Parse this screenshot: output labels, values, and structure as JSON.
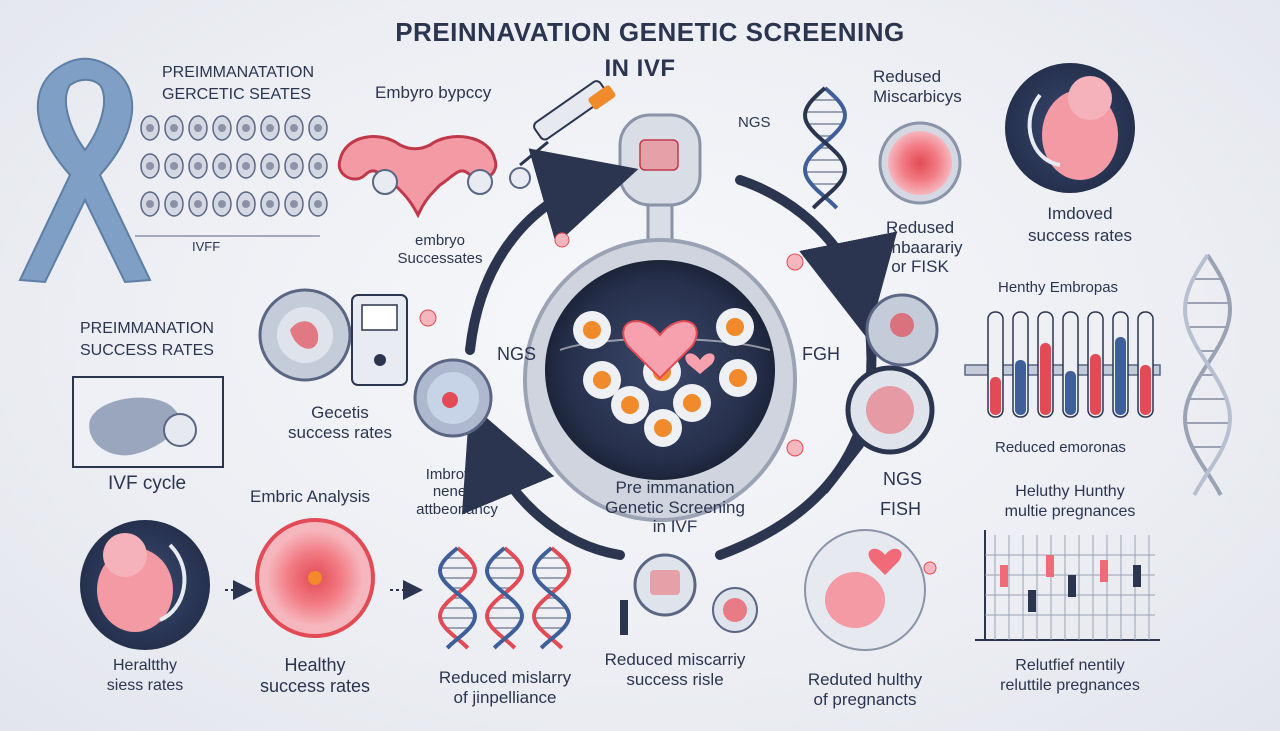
{
  "title": {
    "line1": "PREINNAVATION GENETIC SCREENING",
    "line2": "IN IVF"
  },
  "center": {
    "line1": "Pre immanation",
    "line2": "Genetic Screening",
    "line3": "in IVF"
  },
  "cycle_labels": {
    "ngs_left": "NGS",
    "fgh_right": "FGH",
    "ngs_top": "NGS",
    "ngs_bottom": "NGS",
    "fish_bottom": "FISH"
  },
  "left_panel": {
    "top_heading": "PREIMMANATATION\nGERCETIC SEATES",
    "ivf_caption": "IVFF",
    "side_heading": "PREIMMANATION\nSUCCESS RATES",
    "ivf_cycle": "IVF cycle",
    "embryo_success": "embryo\nSuccessates",
    "genetic_success": "Gecetis\nsuccess rates"
  },
  "top_row": {
    "embryo_biopsy": "Embyro bypccy",
    "reduced_misc_top": "Redused\nMiscarbicys",
    "improved_success": "Imdoved\nsuccess rates"
  },
  "right_panel": {
    "reduced_fisk": "Redused\nmnbaarariy\nor FISK",
    "healthy_embryos": "Henthy Embropas",
    "reduced_embryos": "Reduced emoronas",
    "healthy_pregnancies": "Heluthy Hunthy\nmultie pregnances",
    "bottom_caption": "Relutfief nentily\nreluttile pregnances"
  },
  "bottom_row": {
    "healthy_rates": "Heraltthy\nsiess rates",
    "embryo_analysis": "Embric Analysis",
    "healthy_success": "Healthy\nsuccess rates",
    "reduced_impl": "Reduced mislarry\nof jinpelliance",
    "reduced_misc": "Reduced miscarriy\nsuccess risle",
    "reduted_healthy": "Reduted hulthy\nof pregnancts",
    "improved_abn": "Imbroved\nnenetic\nattbeonancy"
  },
  "colors": {
    "navy": "#2c3550",
    "coral": "#f06a78",
    "pink": "#f3a3ad",
    "blue_ribbon": "#7f9fc4",
    "orange": "#f08a2a",
    "dna_red": "#e24b55",
    "dna_blue": "#3f5f9a"
  }
}
